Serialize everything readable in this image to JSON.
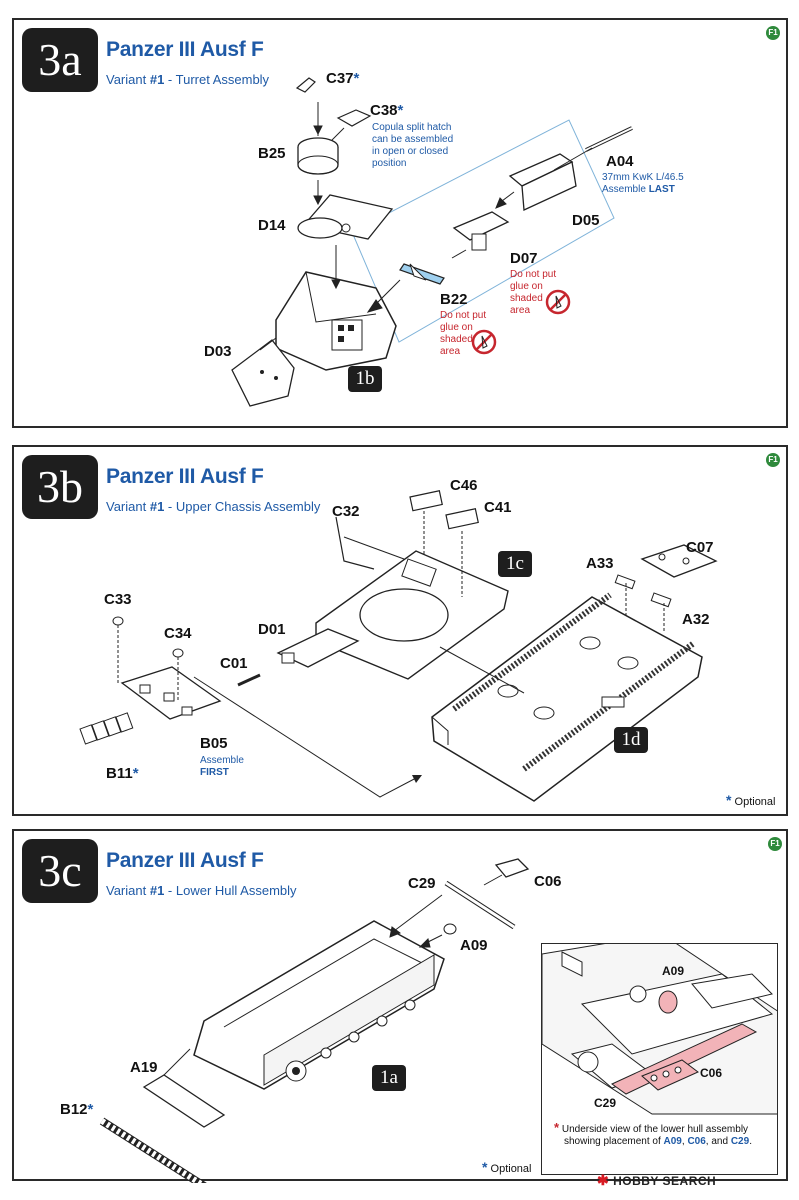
{
  "steps": [
    {
      "number": "3a",
      "title": "Panzer III Ausf F",
      "variant_prefix": "Variant ",
      "variant_number": "#1",
      "variant_suffix": " - Turret Assembly",
      "sheet_mark": "F1",
      "parts": {
        "c37": "C37",
        "c38": "C38",
        "b25": "B25",
        "d14": "D14",
        "d03": "D03",
        "a04": "A04",
        "d05": "D05",
        "d07": "D07",
        "b22": "B22"
      },
      "notes": {
        "copula_l1": "Copula split hatch",
        "copula_l2": "can be assembled",
        "copula_l3": "in open or closed",
        "copula_l4": "position",
        "gun_l1": "37mm KwK L/46.5",
        "gun_l2": "Assemble ",
        "gun_l2_bold": "LAST",
        "glue_l1": "Do not put",
        "glue_l2": "glue on",
        "glue_l3": "shaded",
        "glue_l4": "area"
      },
      "ref": "1b"
    },
    {
      "number": "3b",
      "title": "Panzer III Ausf F",
      "variant_prefix": "Variant ",
      "variant_number": "#1",
      "variant_suffix": " - Upper Chassis Assembly",
      "sheet_mark": "F1",
      "parts": {
        "c46": "C46",
        "c32": "C32",
        "c41": "C41",
        "c07": "C07",
        "a33": "A33",
        "c33": "C33",
        "c34": "C34",
        "d01": "D01",
        "c01": "C01",
        "a32": "A32",
        "b05": "B05",
        "b11": "B11"
      },
      "notes": {
        "first_l1": "Assemble",
        "first_l2": "FIRST"
      },
      "refs": [
        "1c",
        "1d"
      ],
      "optional": "Optional"
    },
    {
      "number": "3c",
      "title": "Panzer III Ausf F",
      "variant_prefix": "Variant ",
      "variant_number": "#1",
      "variant_suffix": " - Lower Hull Assembly",
      "sheet_mark": "F1",
      "parts": {
        "c29": "C29",
        "c06": "C06",
        "a09": "A09",
        "a19": "A19",
        "b12": "B12"
      },
      "ref": "1a",
      "inset": {
        "a09": "A09",
        "c06": "C06",
        "c29": "C29",
        "caption_l1": "Underside view of the lower hull assembly",
        "caption_l2": "showing placement of ",
        "caption_p1": "A09",
        "caption_sep1": ", ",
        "caption_p2": "C06",
        "caption_sep2": ", and ",
        "caption_p3": "C29",
        "caption_end": "."
      },
      "optional": "Optional"
    }
  ],
  "watermark": "HOBBY SEARCH",
  "colors": {
    "accent_blue": "#1f5aa6",
    "warning_red": "#c6262e",
    "badge_dark": "#1e1e1e",
    "sheet_green": "#2f8a3c"
  }
}
